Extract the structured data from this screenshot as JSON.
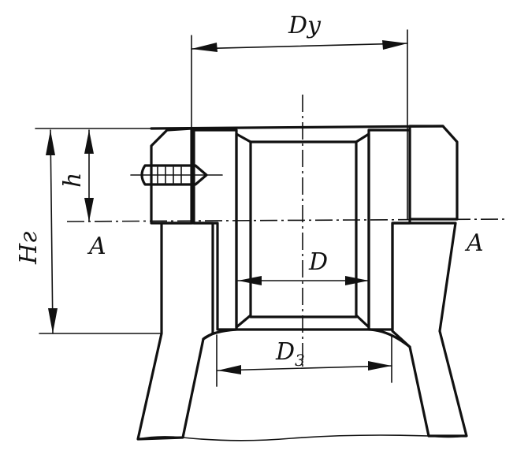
{
  "labels": {
    "dy": "Dy",
    "h": "h",
    "hg": "Hг",
    "a_left": "A",
    "a_right": "A",
    "d": "D",
    "d3_main": "D",
    "d3_sub": "3"
  }
}
